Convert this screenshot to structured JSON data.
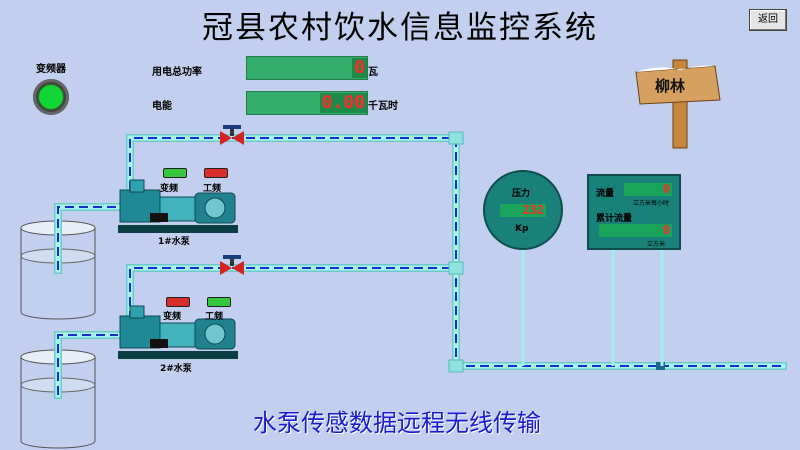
{
  "header": {
    "title": "冠县农村饮水信息监控系统",
    "back_label": "返回"
  },
  "vfd": {
    "label": "变频器"
  },
  "power": {
    "label": "用电总功率",
    "value": "0",
    "unit": "瓦"
  },
  "energy": {
    "label": "电能",
    "value": "0.00",
    "unit": "千瓦时"
  },
  "sign": {
    "text": "柳林"
  },
  "pump1": {
    "name": "1#水泵",
    "vfd_label": "变频",
    "mains_label": "工频",
    "vfd_status": "on",
    "mains_status": "off"
  },
  "pump2": {
    "name": "2#水泵",
    "vfd_label": "变频",
    "mains_label": "工频",
    "vfd_status": "off",
    "mains_status": "on"
  },
  "pressure": {
    "label": "压力",
    "value": "232",
    "unit": "Kp"
  },
  "flow": {
    "rate_label": "流量",
    "rate_value": "0",
    "rate_unit": "立方米每小时",
    "total_label": "累计流量",
    "total_value": "0",
    "total_unit": "立方米"
  },
  "caption": "水泵传感数据远程无线传输",
  "colors": {
    "pipe": "#9ff0ec",
    "water_flow": "#1b2ccf",
    "background": "#c3cfee",
    "valve": "#d82020"
  }
}
